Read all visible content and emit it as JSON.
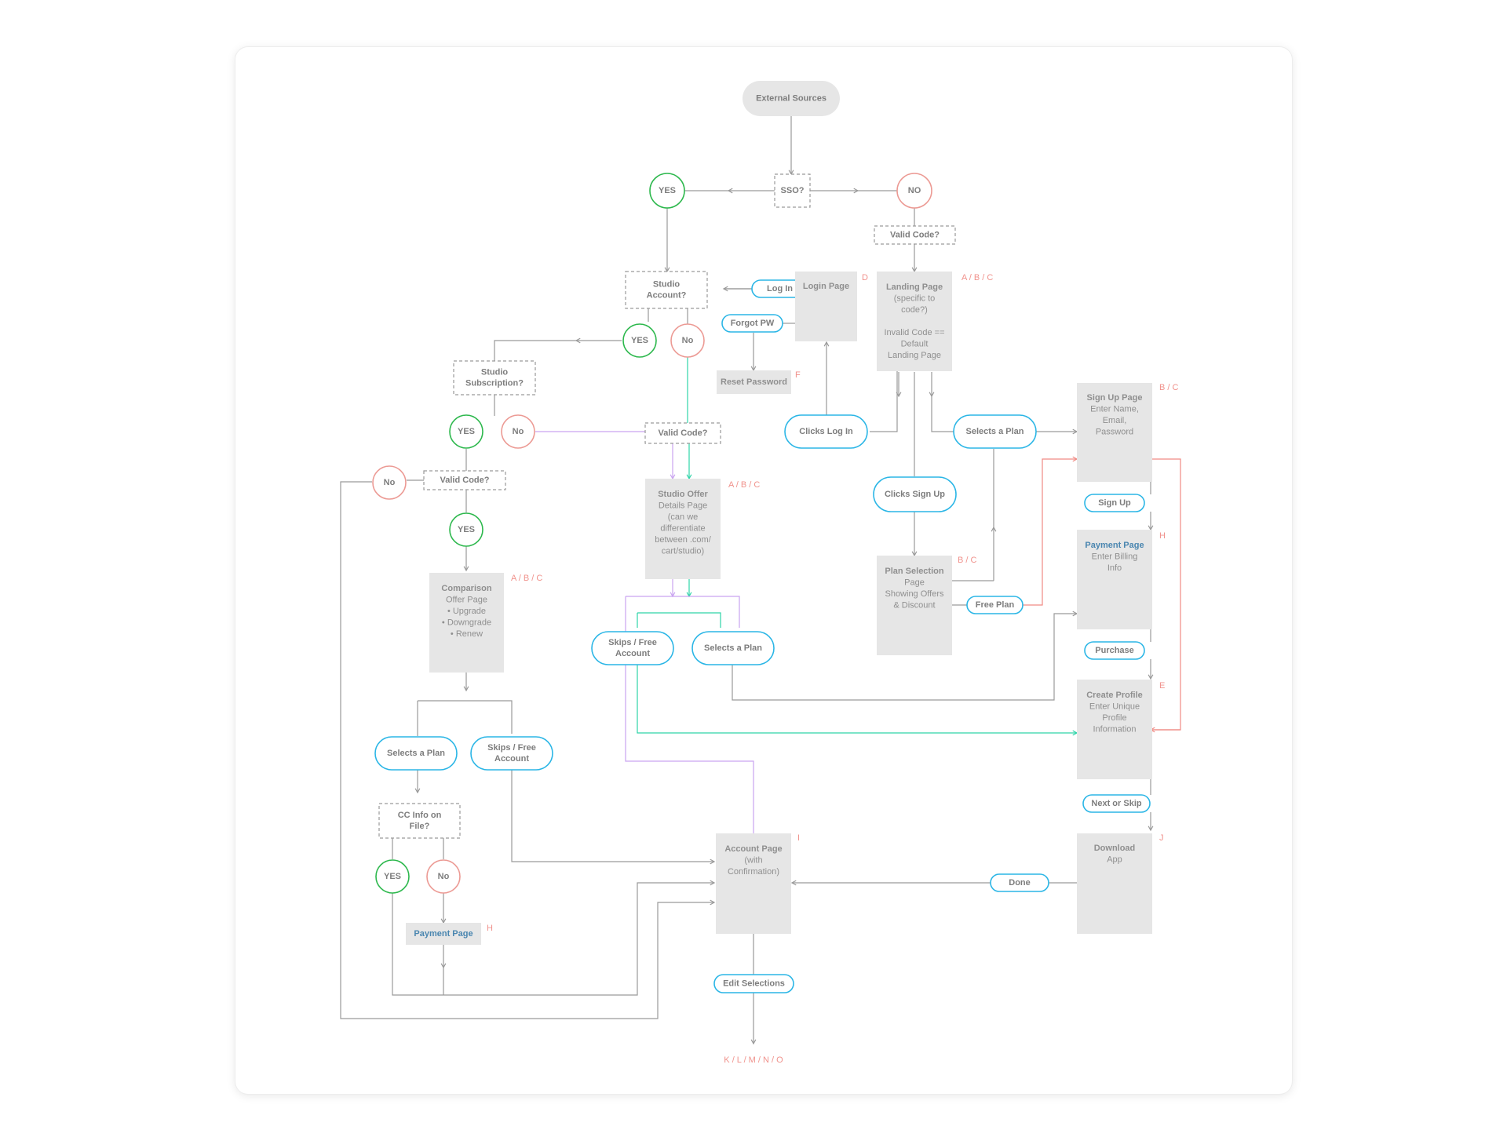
{
  "colors": {
    "line": "#9a9a9a",
    "box_fill": "#e6e6e6",
    "box_text": "#8f8f8f",
    "pill_stroke": "#2bb6e6",
    "yes_stroke": "#2db84d",
    "no_stroke": "#ec9a94",
    "letter": "#f0928c",
    "payment_text": "#4a86b0",
    "teal_line": "#2dd4a8",
    "purple_line": "#c9a4f0",
    "red_line": "#f08a84"
  },
  "nodes": {
    "external_sources": "External Sources",
    "sso": "SSO?",
    "yes_sso": "YES",
    "no_sso": "NO",
    "valid_code_top": "Valid Code?",
    "studio_account": [
      "Studio",
      "Account?"
    ],
    "log_in": "Log In",
    "forgot_pw": "Forgot PW",
    "login_page": "Login Page",
    "letter_d": "D",
    "reset_password": "Reset Password",
    "letter_f": "F",
    "landing_page": [
      "Landing Page",
      "(specific to",
      "code?)",
      "",
      "Invalid Code ==",
      "Default",
      "Landing Page"
    ],
    "letter_abc_landing": "A / B / C",
    "yes_studio": "YES",
    "no_studio": "No",
    "studio_subscription": [
      "Studio",
      "Subscription?"
    ],
    "yes_sub": "YES",
    "no_sub": "No",
    "valid_code_mid": "Valid Code?",
    "clicks_log_in": "Clicks Log In",
    "selects_plan_top": "Selects a Plan",
    "sign_up_page": [
      "Sign Up Page",
      "Enter Name,",
      "Email,",
      "Password"
    ],
    "letter_bc_signup": "B / C",
    "no_left": "No",
    "valid_code_left": "Valid Code?",
    "yes_left": "YES",
    "studio_offer": [
      "Studio Offer",
      "Details Page",
      "(can we",
      "differentiate",
      "between .com/",
      "cart/studio)"
    ],
    "letter_abc_offer": "A / B / C",
    "clicks_sign_up": "Clicks Sign Up",
    "sign_up": "Sign Up",
    "payment_page_right": [
      "Payment Page",
      "Enter Billing",
      "Info"
    ],
    "letter_h_right": "H",
    "plan_selection": [
      "Plan Selection",
      "Page",
      "Showing Offers",
      "& Discount"
    ],
    "letter_bc_plan": "B / C",
    "free_plan": "Free Plan",
    "comparison_offer": [
      "Comparison",
      "Offer Page",
      "• Upgrade",
      "• Downgrade",
      "• Renew"
    ],
    "letter_abc_comparison": "A / B / C",
    "skips_free_mid": [
      "Skips / Free",
      "Account"
    ],
    "selects_plan_mid": "Selects a Plan",
    "purchase": "Purchase",
    "create_profile": [
      "Create Profile",
      "Enter Unique",
      "Profile",
      "Information"
    ],
    "letter_e": "E",
    "selects_plan_left": "Selects a Plan",
    "skips_free_left": [
      "Skips / Free",
      "Account"
    ],
    "cc_info": [
      "CC Info on",
      "File?"
    ],
    "next_or_skip": "Next or Skip",
    "account_page": [
      "Account Page",
      "(with",
      "Confirmation)"
    ],
    "letter_i": "I",
    "download_app": [
      "Download",
      "App"
    ],
    "letter_j": "J",
    "yes_cc": "YES",
    "no_cc": "No",
    "done": "Done",
    "payment_page_left": "Payment Page",
    "letter_h_left": "H",
    "edit_selections": "Edit Selections",
    "letters_end": "K / L / M / N / O"
  }
}
